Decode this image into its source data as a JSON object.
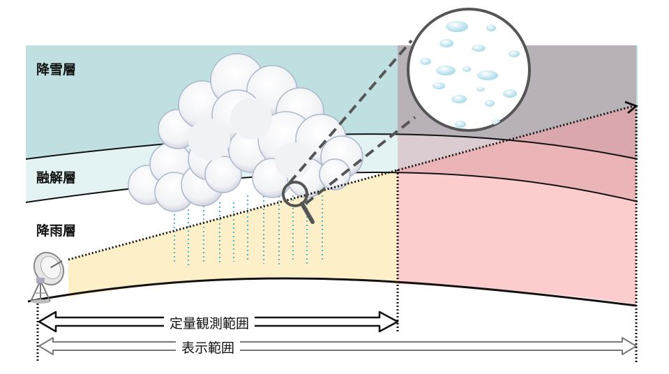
{
  "layers": {
    "snow": "降雪層",
    "melting": "融解層",
    "rain": "降雨層"
  },
  "ranges": {
    "quantitative": "定量観測範囲",
    "display": "表示範囲"
  },
  "colors": {
    "snow_layer": "#bfdfe1",
    "melting_layer": "#e3f2f3",
    "quant_region": "#fdf0c8",
    "beyond_region": "#fdcdcd",
    "raindrop": "#5bb5c6",
    "droplet": "#b9e3ee"
  },
  "icons": {
    "radar": "radar-antenna-icon",
    "magnifier": "magnifier-icon",
    "cloud": "cumulus-cloud"
  }
}
